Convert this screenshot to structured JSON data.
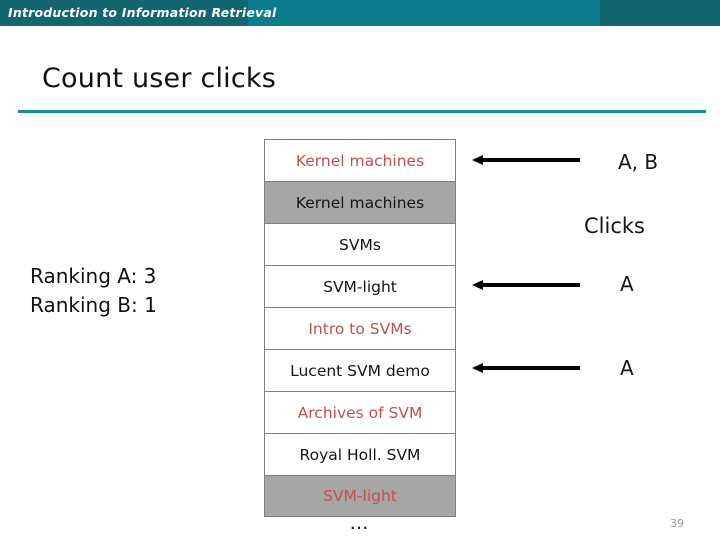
{
  "header": {
    "course_title": "Introduction to Information Retrieval",
    "bar_color_dark": "#136570",
    "bar_color_light": "#0b7c8c"
  },
  "slide": {
    "title": "Count user clicks",
    "rule_color": "#1a8aa0",
    "page_number": "39"
  },
  "ranking": {
    "line_a": "Ranking A: 3",
    "line_b": "Ranking B: 1"
  },
  "results": [
    {
      "label": "Kernel machines",
      "color": "red",
      "shaded": false
    },
    {
      "label": "Kernel machines",
      "color": "black",
      "shaded": true
    },
    {
      "label": "SVMs",
      "color": "black",
      "shaded": false
    },
    {
      "label": "SVM-light",
      "color": "black",
      "shaded": false
    },
    {
      "label": "Intro to SVMs",
      "color": "red",
      "shaded": false
    },
    {
      "label": "Lucent SVM demo",
      "color": "black",
      "shaded": false
    },
    {
      "label": "Archives of SVM",
      "color": "red",
      "shaded": false
    },
    {
      "label": "Royal Holl. SVM",
      "color": "black",
      "shaded": false
    },
    {
      "label": "SVM-light",
      "color": "red",
      "shaded": true
    }
  ],
  "ellipsis": "…",
  "clicks_label": "Clicks",
  "annotations": [
    {
      "text": "A, B",
      "arrow": "left-arrow-icon"
    },
    {
      "text": "A",
      "arrow": "left-arrow-icon"
    },
    {
      "text": "A",
      "arrow": "left-arrow-icon"
    }
  ]
}
